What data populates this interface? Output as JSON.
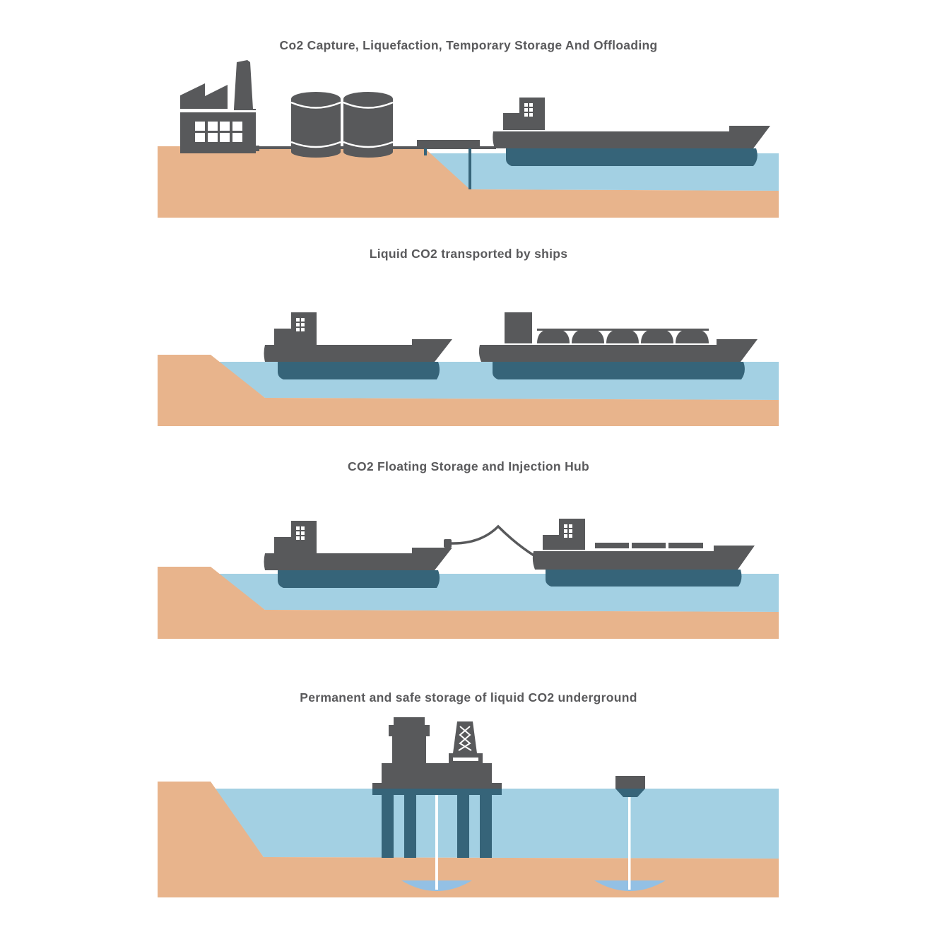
{
  "panels": [
    {
      "title": "Co2 Capture, Liquefaction, Temporary Storage And Offloading"
    },
    {
      "title": "Liquid CO2 transported by ships"
    },
    {
      "title": "CO2 Floating Storage and Injection Hub"
    },
    {
      "title": "Permanent and safe storage of liquid CO2 underground"
    }
  ],
  "colors": {
    "structure": "#58595b",
    "water": "#a3d0e3",
    "seabed": "#e8b48c",
    "hull_underwater": "#366479",
    "reservoir": "#93c0e4"
  }
}
